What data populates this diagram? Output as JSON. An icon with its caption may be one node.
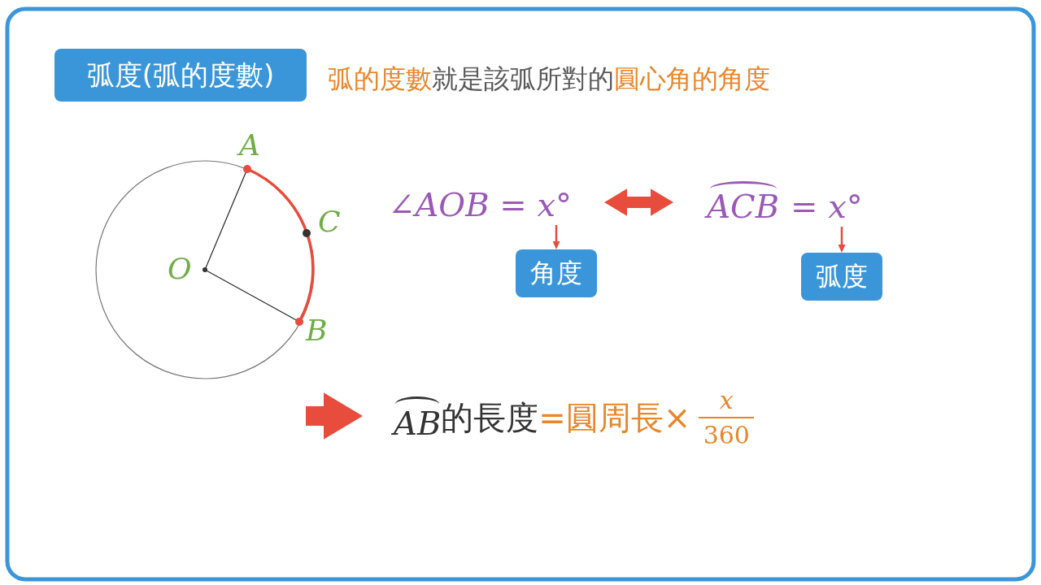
{
  "diagram": {
    "nodes": [
      {
        "text": [
          "弧度(弧的度數)"
        ]
      },
      {
        "text": [
          "∠AOB = x°"
        ]
      },
      {
        "text": [
          "角度"
        ]
      },
      {
        "text": [
          "ACB",
          "= x°"
        ]
      },
      {
        "text": [
          "弧度"
        ]
      },
      {
        "text": [
          "AB",
          "的長度",
          "=圓周長×",
          "x",
          "360"
        ]
      }
    ],
    "edges": [
      {
        "from": 1,
        "to": 3,
        "arrow": "both",
        "style": "thick"
      },
      {
        "from": 1,
        "to": 2,
        "arrow": "to"
      },
      {
        "from": 3,
        "to": 4,
        "arrow": "to"
      },
      {
        "from": null,
        "to": 5,
        "arrow": "to",
        "style": "thick"
      }
    ],
    "labels": [
      "**弧的度數**就是該弧所對的**圓心角的角度**",
      "A",
      "C",
      "O",
      "B"
    ]
  }
}
